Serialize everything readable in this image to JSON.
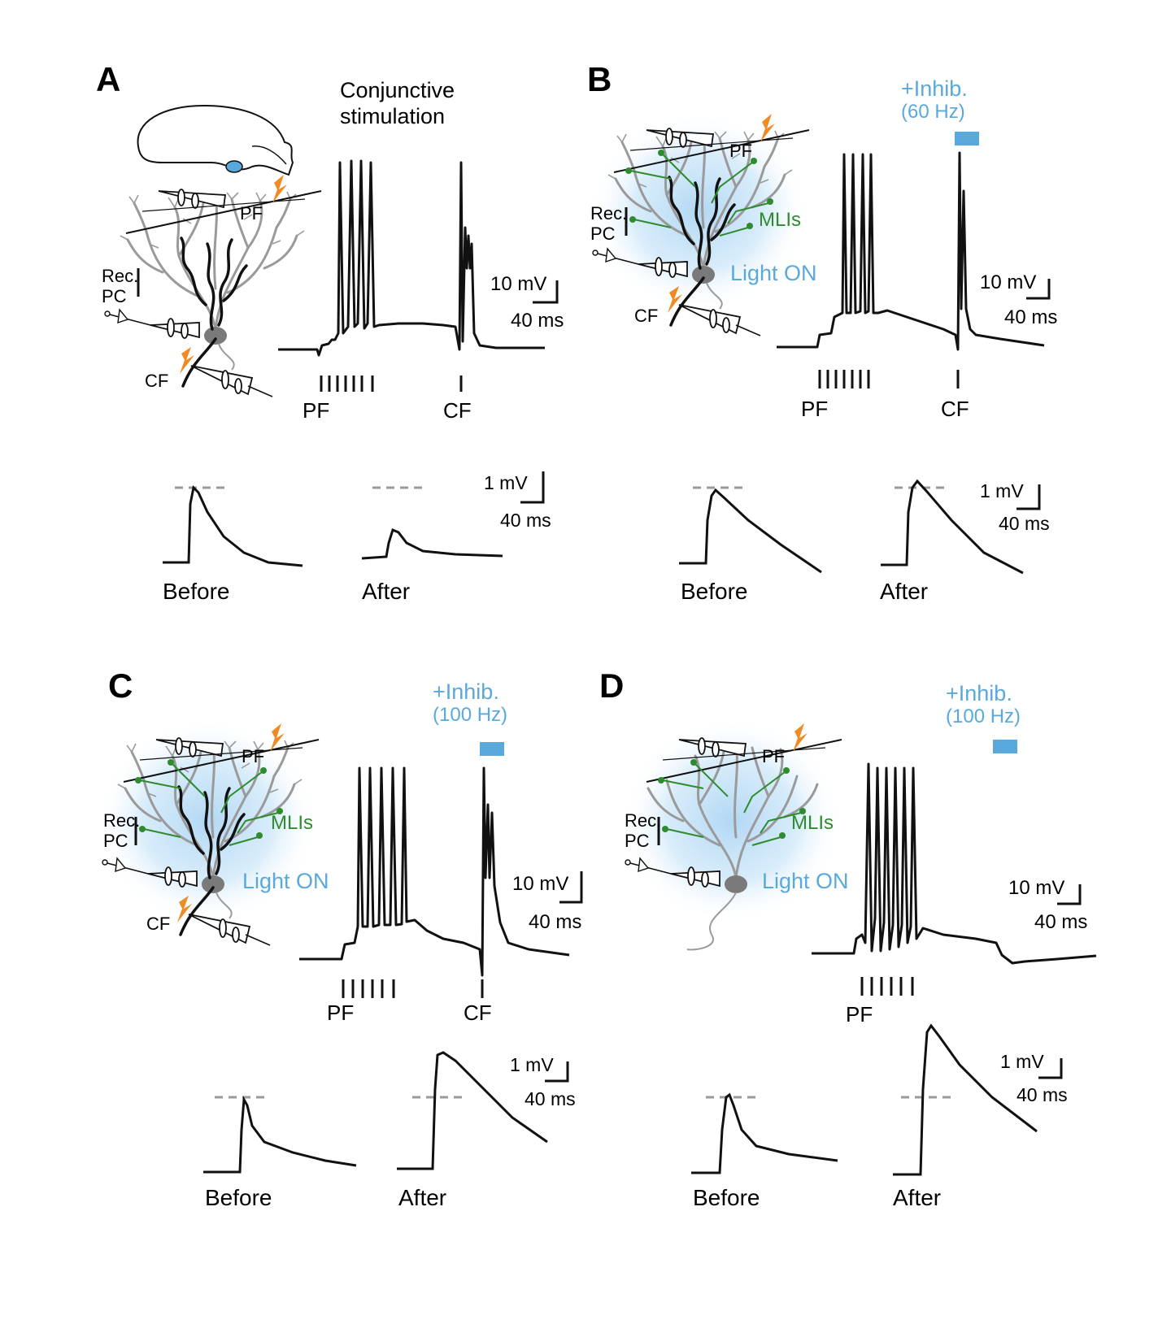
{
  "colors": {
    "trace": "#111111",
    "inhib": "#5aa9dc",
    "mli": "#2e8b2e",
    "dendrite": "#9a9a9a",
    "electrode_flash": "#f08a24",
    "dashed": "#9a9a9a",
    "glow": "#a9d3f2"
  },
  "icons": [
    "brain-outline-icon",
    "cerebellum-spot-icon",
    "purkinje-cell-icon",
    "electrode-icon",
    "lightning-icon"
  ],
  "panels": {
    "A": {
      "letter": "A",
      "title_line1": "Conjunctive",
      "title_line2": "stimulation",
      "label_pf": "PF",
      "label_rec": "Rec.",
      "label_pc": "PC",
      "label_cf": "CF",
      "stim_pf": "PF",
      "stim_cf": "CF",
      "scale_v": "10 mV",
      "scale_t": "40 ms",
      "epsp_scale_v": "1 mV",
      "epsp_scale_t": "40 ms",
      "before": "Before",
      "after": "After"
    },
    "B": {
      "letter": "B",
      "inhib_line1": "+Inhib.",
      "inhib_line2": "(60 Hz)",
      "label_pf": "PF",
      "label_rec": "Rec.",
      "label_pc": "PC",
      "label_cf": "CF",
      "label_mlis": "MLIs",
      "label_light": "Light ON",
      "stim_pf": "PF",
      "stim_cf": "CF",
      "scale_v": "10 mV",
      "scale_t": "40 ms",
      "epsp_scale_v": "1 mV",
      "epsp_scale_t": "40 ms",
      "before": "Before",
      "after": "After"
    },
    "C": {
      "letter": "C",
      "inhib_line1": "+Inhib.",
      "inhib_line2": "(100 Hz)",
      "label_pf": "PF",
      "label_rec": "Rec.",
      "label_pc": "PC",
      "label_cf": "CF",
      "label_mlis": "MLIs",
      "label_light": "Light ON",
      "stim_pf": "PF",
      "stim_cf": "CF",
      "scale_v": "10 mV",
      "scale_t": "40 ms",
      "epsp_scale_v": "1 mV",
      "epsp_scale_t": "40 ms",
      "before": "Before",
      "after": "After"
    },
    "D": {
      "letter": "D",
      "inhib_line1": "+Inhib.",
      "inhib_line2": "(100 Hz)",
      "label_pf": "PF",
      "label_rec": "Rec.",
      "label_pc": "PC",
      "label_mlis": "MLIs",
      "label_light": "Light ON",
      "stim_pf": "PF",
      "scale_v": "10 mV",
      "scale_t": "40 ms",
      "epsp_scale_v": "1 mV",
      "epsp_scale_t": "40 ms",
      "before": "Before",
      "after": "After"
    }
  }
}
